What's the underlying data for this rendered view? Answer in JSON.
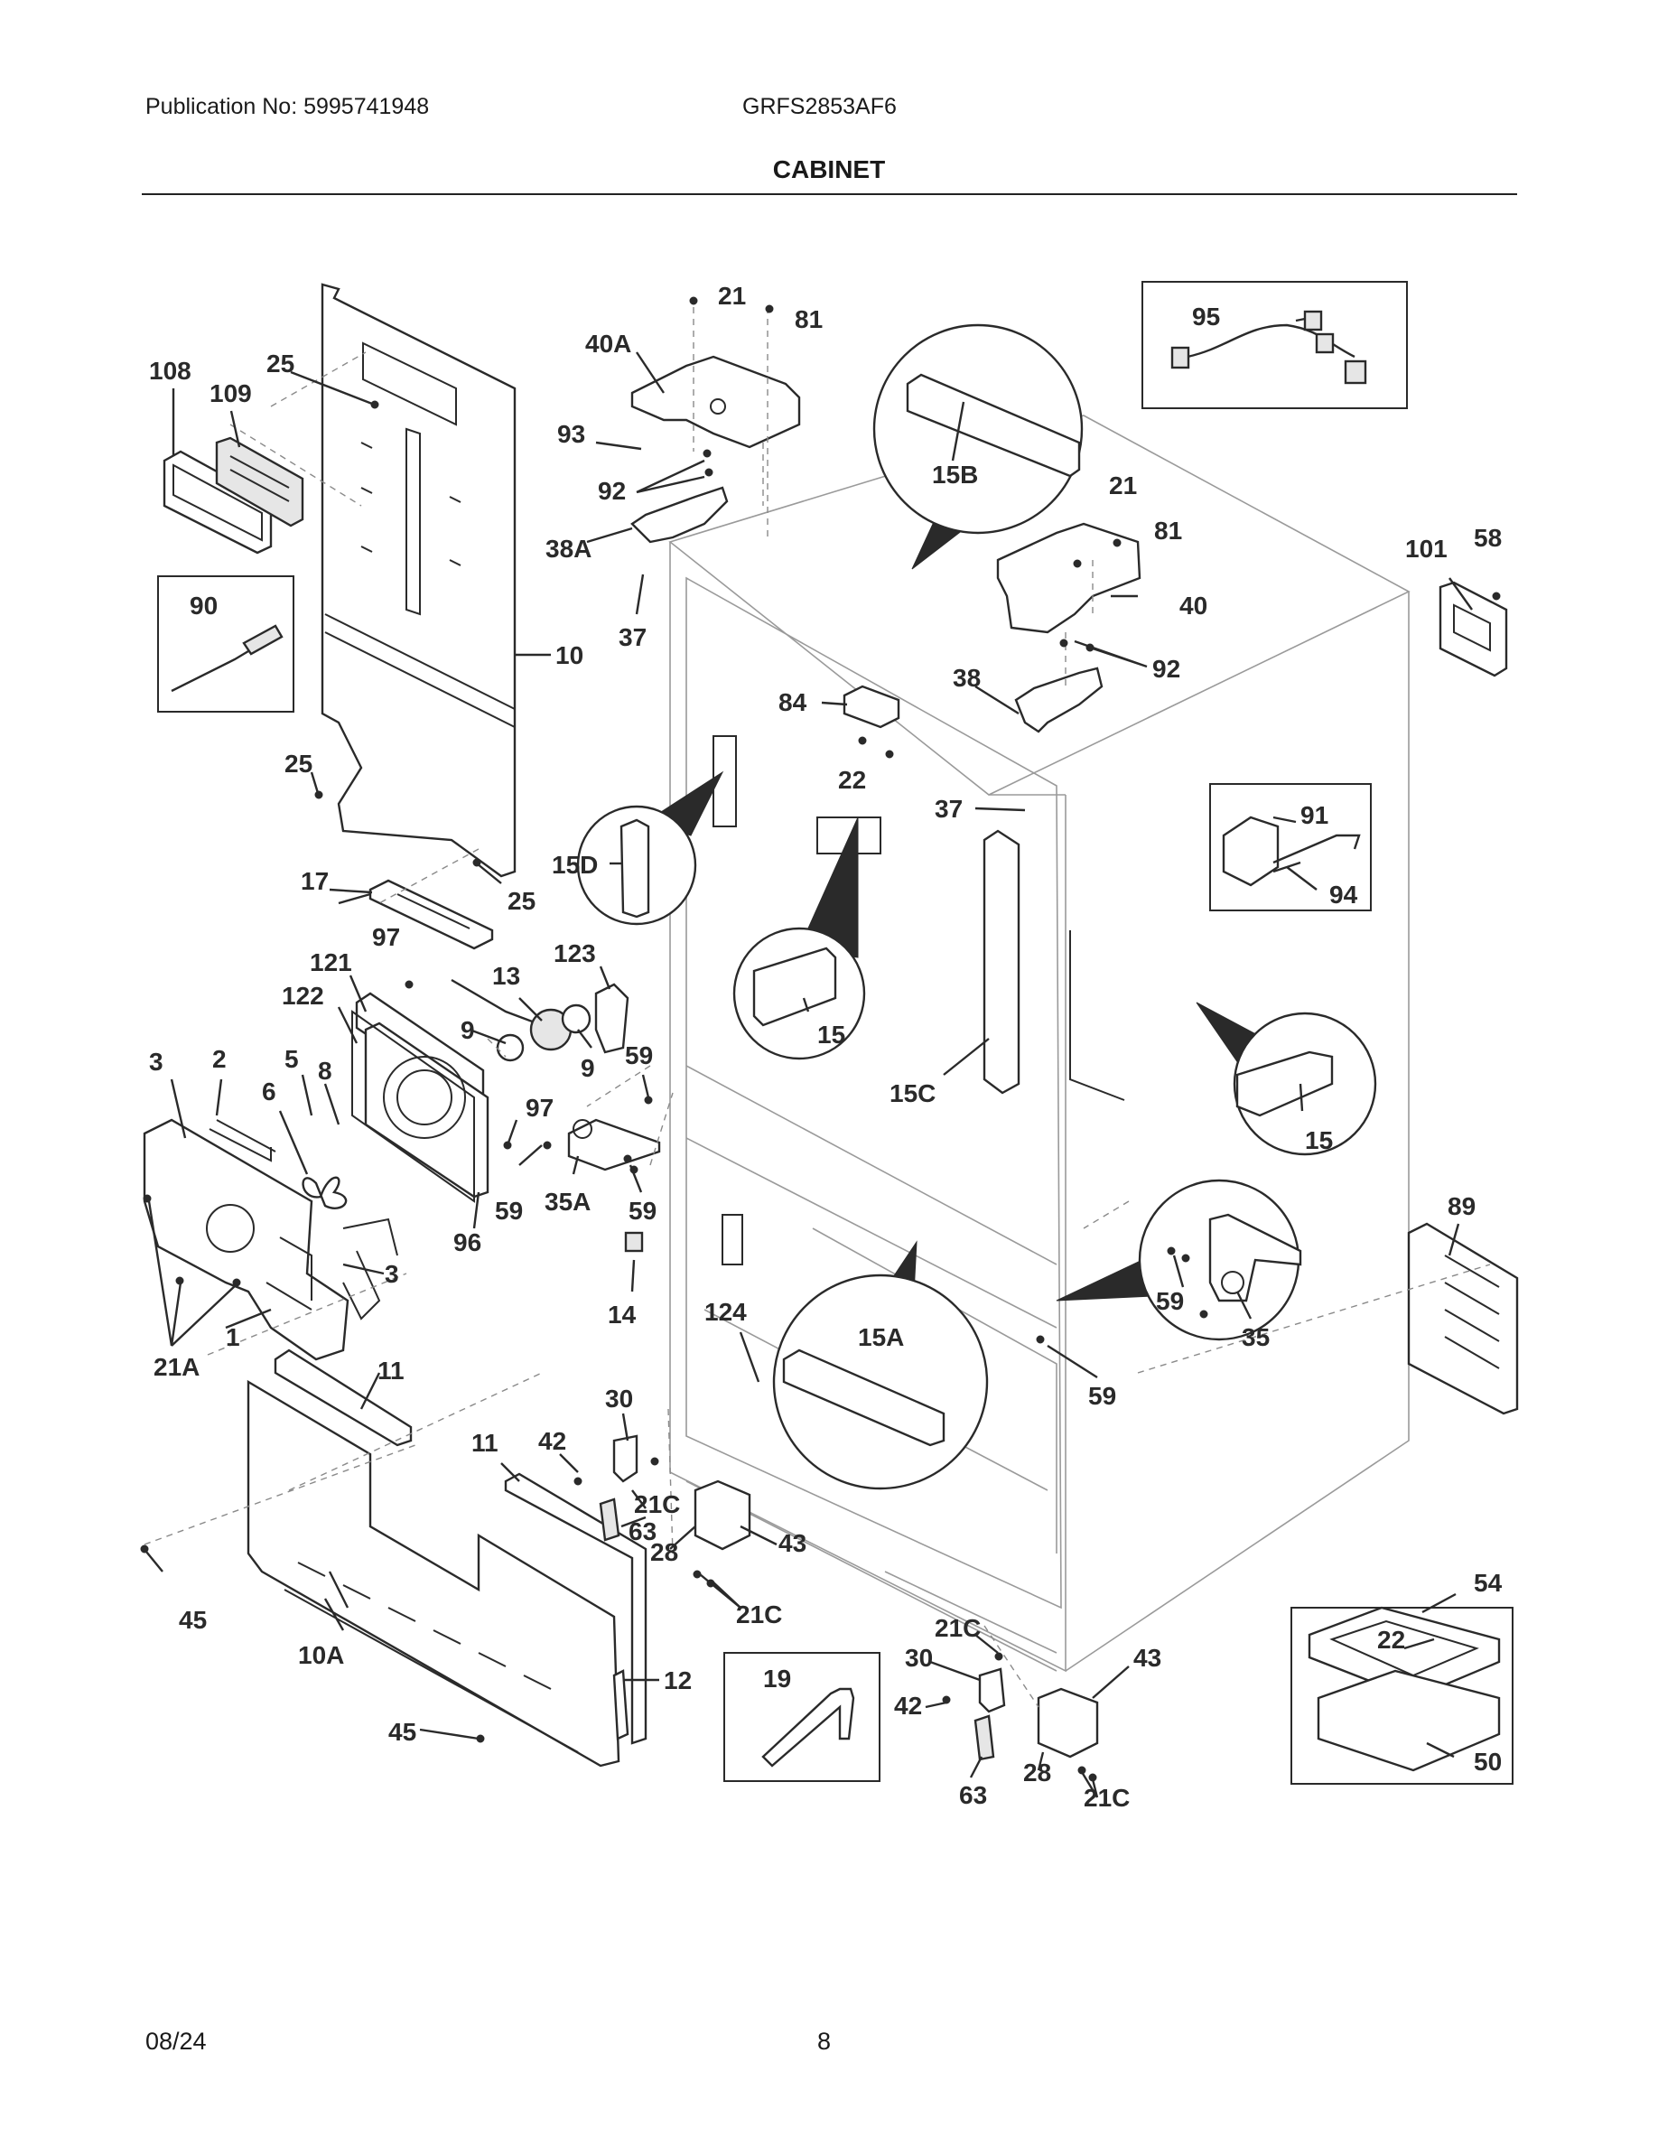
{
  "header": {
    "publication": "Publication No: 5995741948",
    "model": "GRFS2853AF6",
    "section_title": "CABINET"
  },
  "footer": {
    "date": "08/24",
    "page": "8"
  },
  "part_labels": {
    "p108": "108",
    "p25a": "25",
    "p109": "109",
    "p90": "90",
    "p10": "10",
    "p25b": "25",
    "p25c": "25",
    "p17": "17",
    "p21a": "21",
    "p81a": "81",
    "p40A": "40A",
    "p93": "93",
    "p92a": "92",
    "p38A": "38A",
    "p37a": "37",
    "p15B": "15B",
    "p95": "95",
    "p21b": "21",
    "p81b": "81",
    "p40": "40",
    "p92b": "92",
    "p38": "38",
    "p101": "101",
    "p58": "58",
    "p84": "84",
    "p22a": "22",
    "p37b": "37",
    "p15D": "15D",
    "p91": "91",
    "p94": "94",
    "p15a": "15",
    "p15C": "15C",
    "p15b": "15",
    "p97a": "97",
    "p121": "121",
    "p122": "122",
    "p13": "13",
    "p123": "123",
    "p9a": "9",
    "p9b": "9",
    "p59a": "59",
    "p3a": "3",
    "p2": "2",
    "p5": "5",
    "p8": "8",
    "p6": "6",
    "p97b": "97",
    "p59b": "59",
    "p35A": "35A",
    "p59c": "59",
    "p96": "96",
    "p3b": "3",
    "p14": "14",
    "p1": "1",
    "p21A": "21A",
    "p89": "89",
    "p59d": "59",
    "p35": "35",
    "p124": "124",
    "p15A": "15A",
    "p59e": "59",
    "p11a": "11",
    "p30a": "30",
    "p11b": "11",
    "p42a": "42",
    "p21Ca": "21C",
    "p63a": "63",
    "p28a": "28",
    "p43a": "43",
    "p21Cb": "21C",
    "p45a": "45",
    "p10A": "10A",
    "p12": "12",
    "p45b": "45",
    "p19": "19",
    "p21Cc": "21C",
    "p30b": "30",
    "p42b": "42",
    "p43b": "43",
    "p63b": "63",
    "p28b": "28",
    "p21Cd": "21C",
    "p54": "54",
    "p22b": "22",
    "p50": "50"
  }
}
